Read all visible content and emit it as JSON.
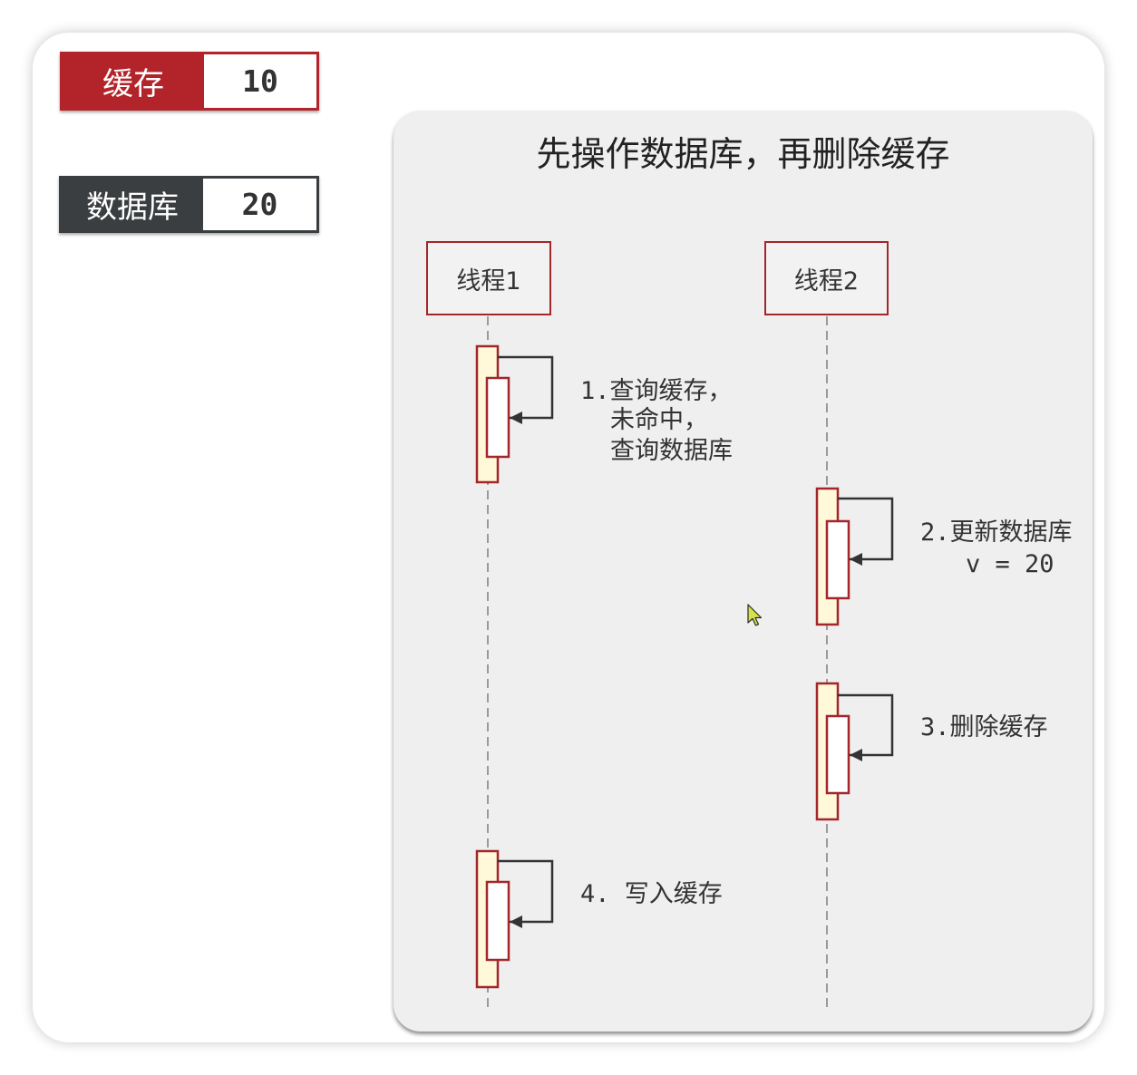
{
  "badges": {
    "cache": {
      "label": "缓存",
      "value": "10"
    },
    "database": {
      "label": "数据库",
      "value": "20"
    }
  },
  "diagram": {
    "title": "先操作数据库，再删除缓存",
    "threads": [
      {
        "label": "线程1"
      },
      {
        "label": "线程2"
      }
    ],
    "steps": [
      {
        "lines": [
          "1.查询缓存，",
          "未命中，",
          "查询数据库"
        ]
      },
      {
        "lines": [
          "2.更新数据库",
          "v = 20"
        ]
      },
      {
        "lines": [
          "3.删除缓存"
        ]
      },
      {
        "lines": [
          "4. 写入缓存"
        ]
      }
    ]
  },
  "colors": {
    "cache_badge": "#b3242a",
    "database_badge": "#3b3e40",
    "outline_red": "#a3262a",
    "activation_fill": "#fff9d9",
    "panel_bg": "#efefef",
    "arrow": "#333333",
    "lifeline": "#9a9a9a",
    "cursor": "#d6e24a"
  }
}
